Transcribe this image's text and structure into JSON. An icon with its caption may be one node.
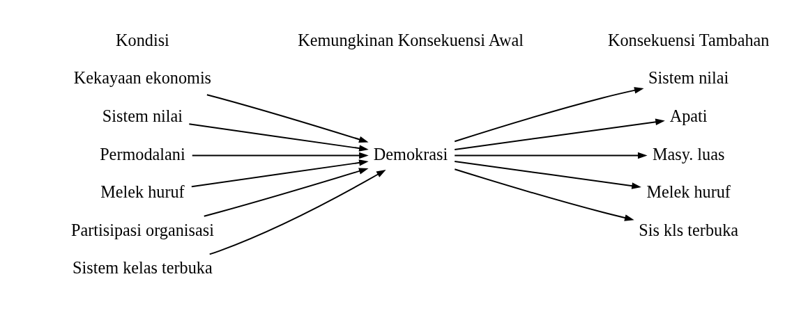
{
  "diagram": {
    "nodes": [
      {
        "text": [
          "Sistem kelas terbuka"
        ]
      },
      {
        "text": [
          "Kekayaan ekonomis"
        ]
      },
      {
        "text": [
          "Sistem nilai"
        ]
      },
      {
        "text": [
          "Permodalani"
        ]
      },
      {
        "text": [
          "Melek huruf"
        ]
      },
      {
        "text": [
          "Partisipasi organisasi"
        ]
      },
      {
        "text": [
          "Demokrasi"
        ]
      },
      {
        "text": [
          "Sis kls terbuka"
        ]
      },
      {
        "text": [
          "Sistem nilai"
        ]
      },
      {
        "text": [
          "Apati"
        ]
      },
      {
        "text": [
          "Masy. luas"
        ]
      },
      {
        "text": [
          "Melek huruf"
        ]
      }
    ],
    "edges": [
      {
        "from": 0,
        "to": 6,
        "arrow": "to"
      },
      {
        "from": 1,
        "to": 6,
        "arrow": "to"
      },
      {
        "from": 2,
        "to": 6,
        "arrow": "to"
      },
      {
        "from": 3,
        "to": 6,
        "arrow": "to"
      },
      {
        "from": 4,
        "to": 6,
        "arrow": "to"
      },
      {
        "from": 5,
        "to": 6,
        "arrow": "to"
      },
      {
        "from": 6,
        "to": 7,
        "arrow": "to"
      },
      {
        "from": 6,
        "to": 8,
        "arrow": "to"
      },
      {
        "from": 6,
        "to": 9,
        "arrow": "to"
      },
      {
        "from": 6,
        "to": 10,
        "arrow": "to"
      },
      {
        "from": 6,
        "to": 11,
        "arrow": "to"
      }
    ],
    "labels": [
      "Kondisi",
      "Kemungkinan Konsekuensi Awal",
      "Konsekuensi Tambahan"
    ]
  }
}
